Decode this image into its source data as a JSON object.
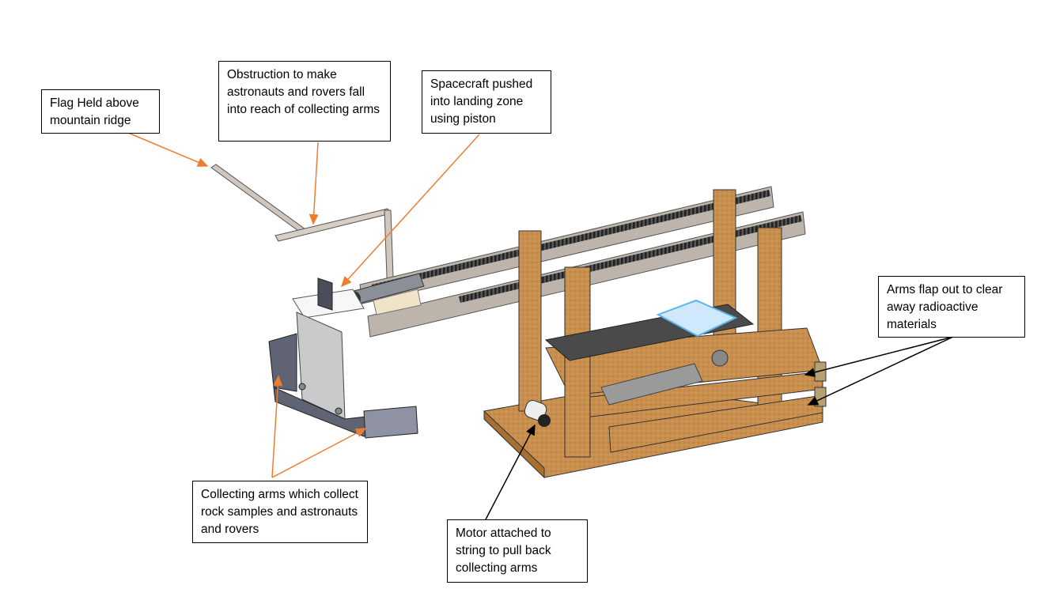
{
  "diagram": {
    "colors": {
      "callout_arrow_orange": "#ed7d31",
      "callout_arrow_black": "#000000",
      "wood": "#c98f4e",
      "wood_dark": "#a86f34",
      "metal_rail": "#bdb5ab",
      "rack": "#3a3a3a",
      "panel_gray": "#5f6374",
      "plate_dark": "#4a4a4a",
      "spacecraft_blue": "#5ab4ee"
    },
    "callouts": {
      "flag": "Flag Held above mountain ridge",
      "obstruction": "Obstruction to make astronauts and rovers fall into reach of collecting arms",
      "spacecraft": "Spacecraft pushed into landing zone using piston",
      "arms_flap": "Arms flap out to clear away radioactive materials",
      "collecting_arms": "Collecting arms which collect rock samples and astronauts and rovers",
      "motor": "Motor attached to string to pull back collecting arms"
    }
  }
}
